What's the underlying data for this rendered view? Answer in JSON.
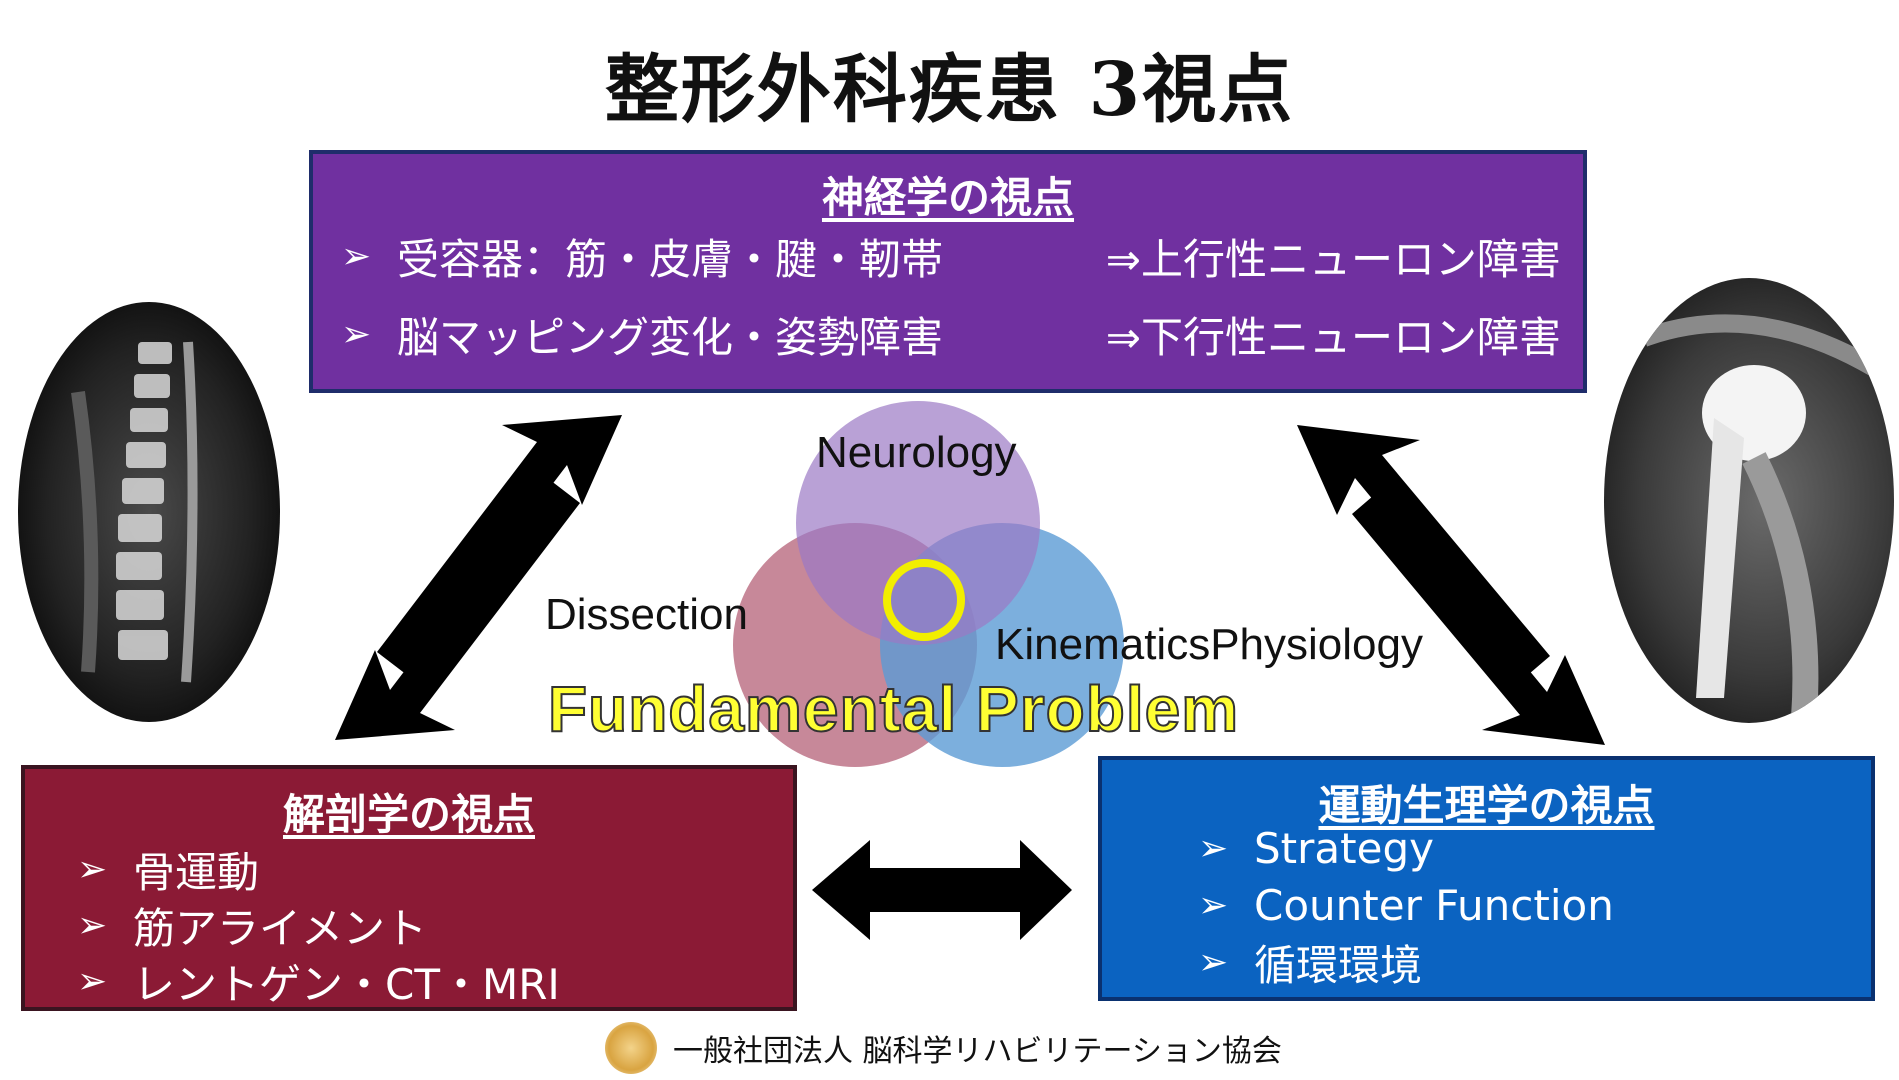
{
  "title": "整形外科疾患 3視点",
  "neurology_box": {
    "heading": "神経学の視点",
    "items": [
      {
        "left": "受容器：筋・皮膚・腱・靭帯",
        "right": "⇒上行性ニューロン障害"
      },
      {
        "left": "脳マッピング変化・姿勢障害",
        "right": "⇒下行性ニューロン障害"
      }
    ]
  },
  "anatomy_box": {
    "heading": "解剖学の視点",
    "items": [
      "骨運動",
      "筋アライメント",
      "レントゲン・CT・MRI"
    ]
  },
  "kinematics_box": {
    "heading": "運動生理学の視点",
    "items": [
      "Strategy",
      "Counter Function",
      "循環環境"
    ]
  },
  "bullet_glyph": "➢",
  "venn": {
    "labels": {
      "top": "Neurology",
      "left": "Dissection",
      "right": "KinematicsPhysiology"
    },
    "colors": {
      "top": "#9b79c4",
      "left": "#b96a80",
      "right": "#5b9bd5",
      "center_ring": "#f2ee00"
    }
  },
  "center_caption": "Fundamental Problem",
  "images": {
    "left": "spine-mri",
    "right": "shoulder-xray-prosthesis"
  },
  "footer": {
    "logo": "association-logo",
    "text": "一般社団法人 脳科学リハビリテーション協会"
  },
  "colors": {
    "neurology": "#7030a0",
    "anatomy": "#8b1a35",
    "kinematics": "#0b63c1",
    "arrow": "#000000"
  }
}
